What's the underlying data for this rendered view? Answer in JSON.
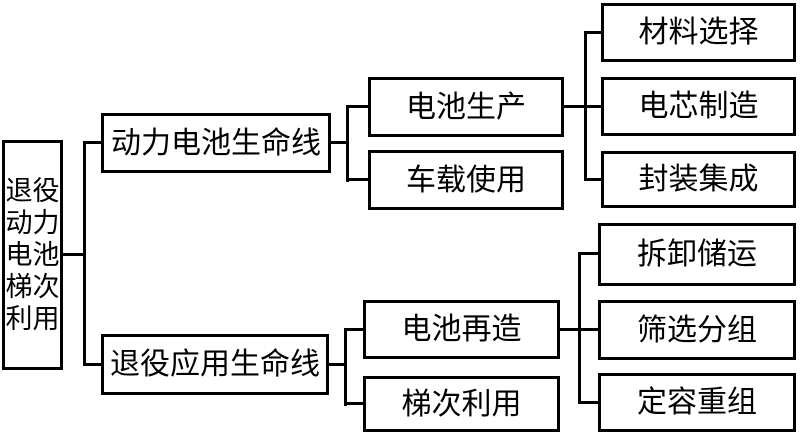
{
  "diagram": {
    "root": {
      "label": "退役动力电池梯次利用"
    },
    "branches": [
      {
        "label": "动力电池生命线",
        "children": [
          {
            "label": "电池生产",
            "children": [
              {
                "label": "材料选择"
              },
              {
                "label": "电芯制造"
              },
              {
                "label": "封装集成"
              }
            ]
          },
          {
            "label": "车载使用",
            "children": []
          }
        ]
      },
      {
        "label": "退役应用生命线",
        "children": [
          {
            "label": "电池再造",
            "children": [
              {
                "label": "拆卸储运"
              },
              {
                "label": "筛选分组"
              },
              {
                "label": "定容重组"
              }
            ]
          },
          {
            "label": "梯次利用",
            "children": []
          }
        ]
      }
    ],
    "colors": {
      "line": "#000000",
      "box_background": "#ffffff",
      "text": "#000000",
      "page_background": "#ffffff"
    }
  }
}
